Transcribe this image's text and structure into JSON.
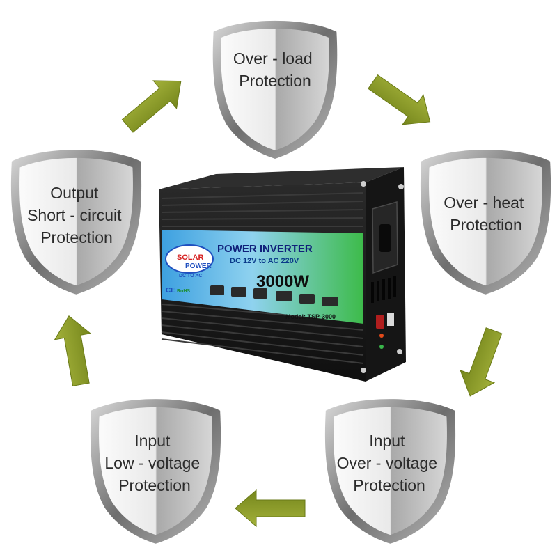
{
  "colors": {
    "arrow": "#8c9a2c",
    "arrow_dark": "#6a7a18",
    "shield_rim": "#8f8f8f",
    "shield_light": "#f4f4f4",
    "shield_dark": "#7d7d7d",
    "inverter_body": "#1c1c1c",
    "label_blue": "#1f4fbf",
    "label_green": "#38b34a"
  },
  "shields": [
    {
      "lines": [
        "Over - load",
        "Protection"
      ]
    },
    {
      "lines": [
        "Over - heat",
        "Protection"
      ]
    },
    {
      "lines": [
        "Input",
        "Over - voltage",
        "Protection"
      ]
    },
    {
      "lines": [
        "Input",
        "Low - voltage",
        "Protection"
      ]
    },
    {
      "lines": [
        "Output",
        "Short - circuit",
        "Protection"
      ]
    }
  ],
  "inverter": {
    "brand_line1": "SOLAR",
    "brand_line2": "POWER",
    "brand_line3": "DC TO AC",
    "title": "POWER INVERTER",
    "subtitle": "DC 12V to AC 220V",
    "power": "3000W",
    "model": "Model: TSP-3000",
    "cert_marks": [
      "CE",
      "RoHS"
    ]
  }
}
